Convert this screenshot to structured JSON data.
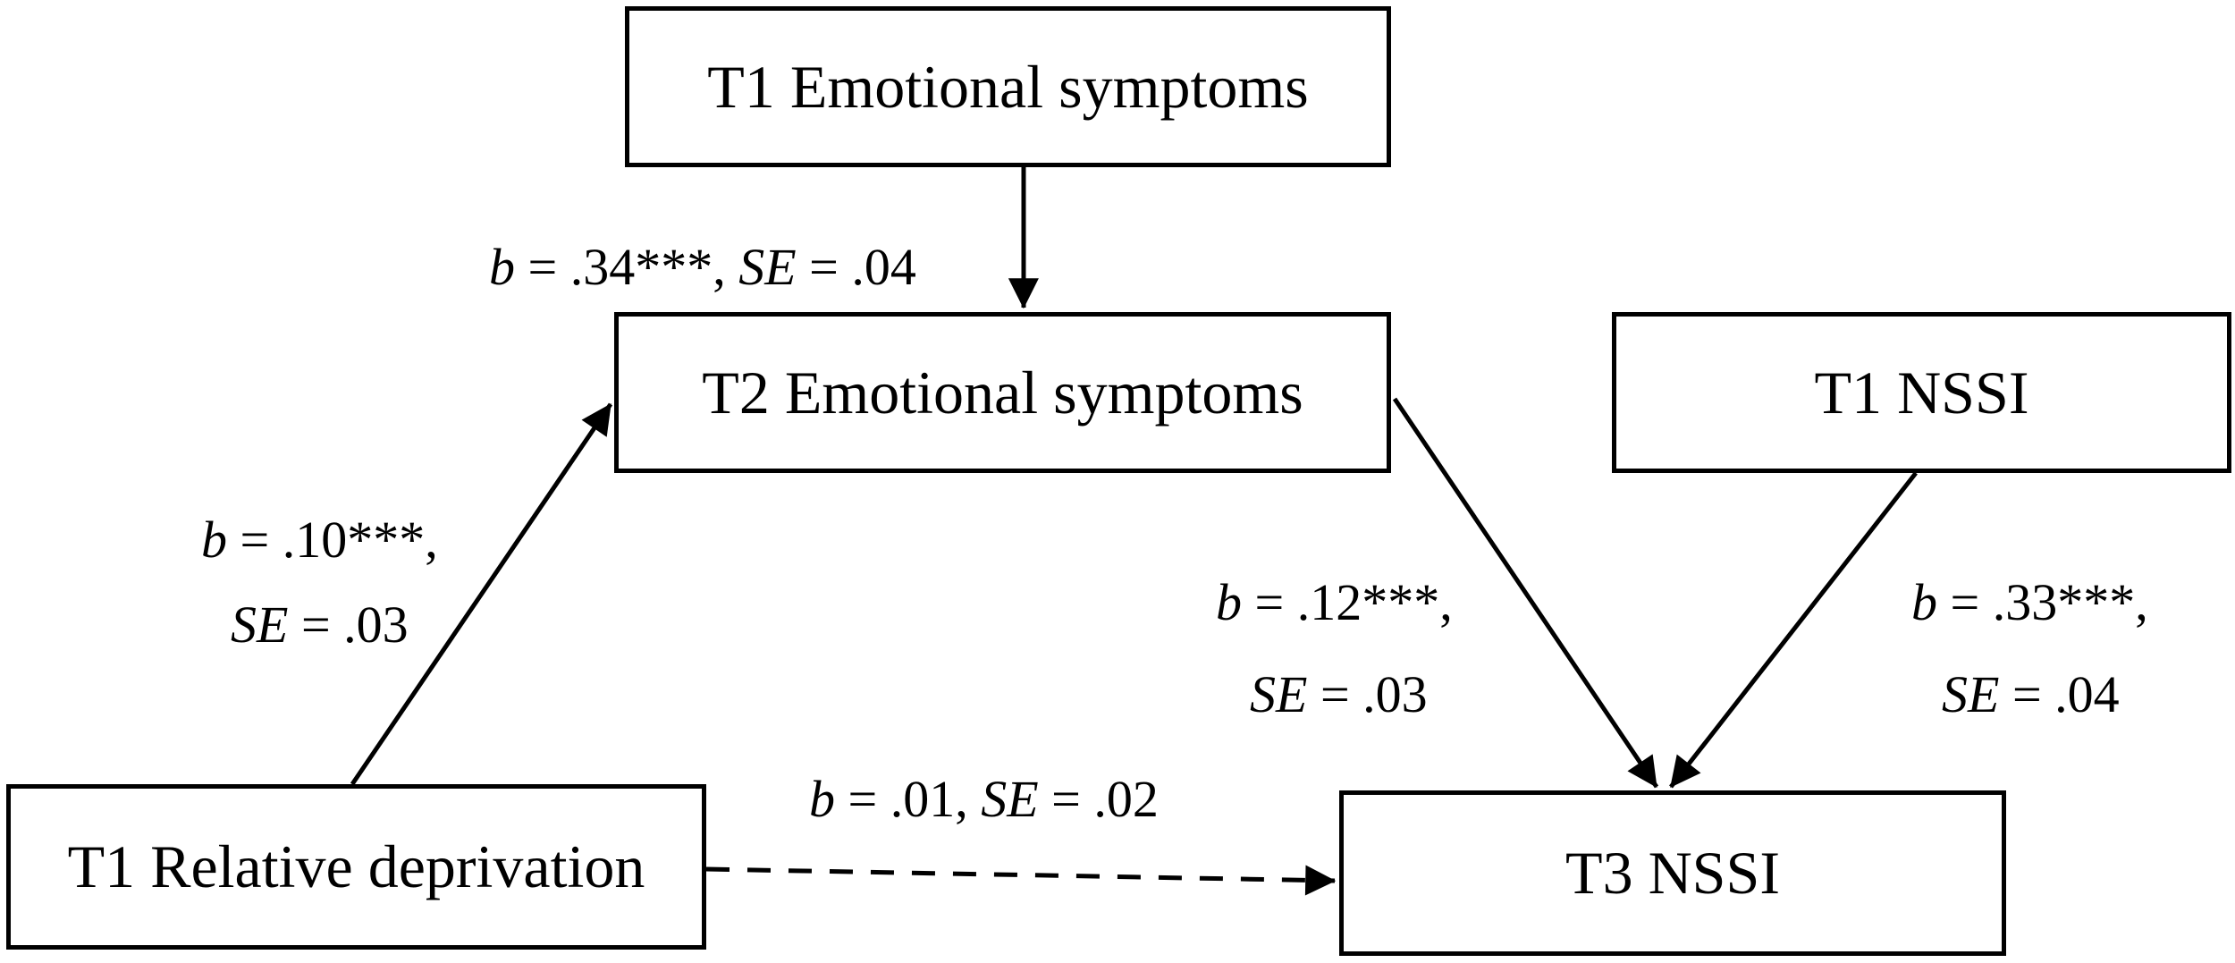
{
  "nodes": {
    "t1_emotional": "T1 Emotional symptoms",
    "t2_emotional": "T2 Emotional symptoms",
    "t1_nssi": "T1 NSSI",
    "t1_relative_deprivation": "T1 Relative deprivation",
    "t3_nssi": "T3 NSSI"
  },
  "edges": [
    {
      "from": "T1 Emotional symptoms",
      "to": "T2 Emotional symptoms",
      "b": ".34***",
      "se": ".04",
      "style": "solid"
    },
    {
      "from": "T1 Relative deprivation",
      "to": "T2 Emotional symptoms",
      "b": ".10***",
      "se": ".03",
      "style": "solid"
    },
    {
      "from": "T2 Emotional symptoms",
      "to": "T3 NSSI",
      "b": ".12***",
      "se": ".03",
      "style": "solid"
    },
    {
      "from": "T1 NSSI",
      "to": "T3 NSSI",
      "b": ".33***",
      "se": ".04",
      "style": "solid"
    },
    {
      "from": "T1 Relative deprivation",
      "to": "T3 NSSI",
      "b": ".01",
      "se": ".02",
      "style": "dashed"
    }
  ],
  "labels": {
    "b_symbol": "b",
    "se_symbol": "SE",
    "eq": " = ",
    "sep": ", ",
    "comma": ","
  }
}
